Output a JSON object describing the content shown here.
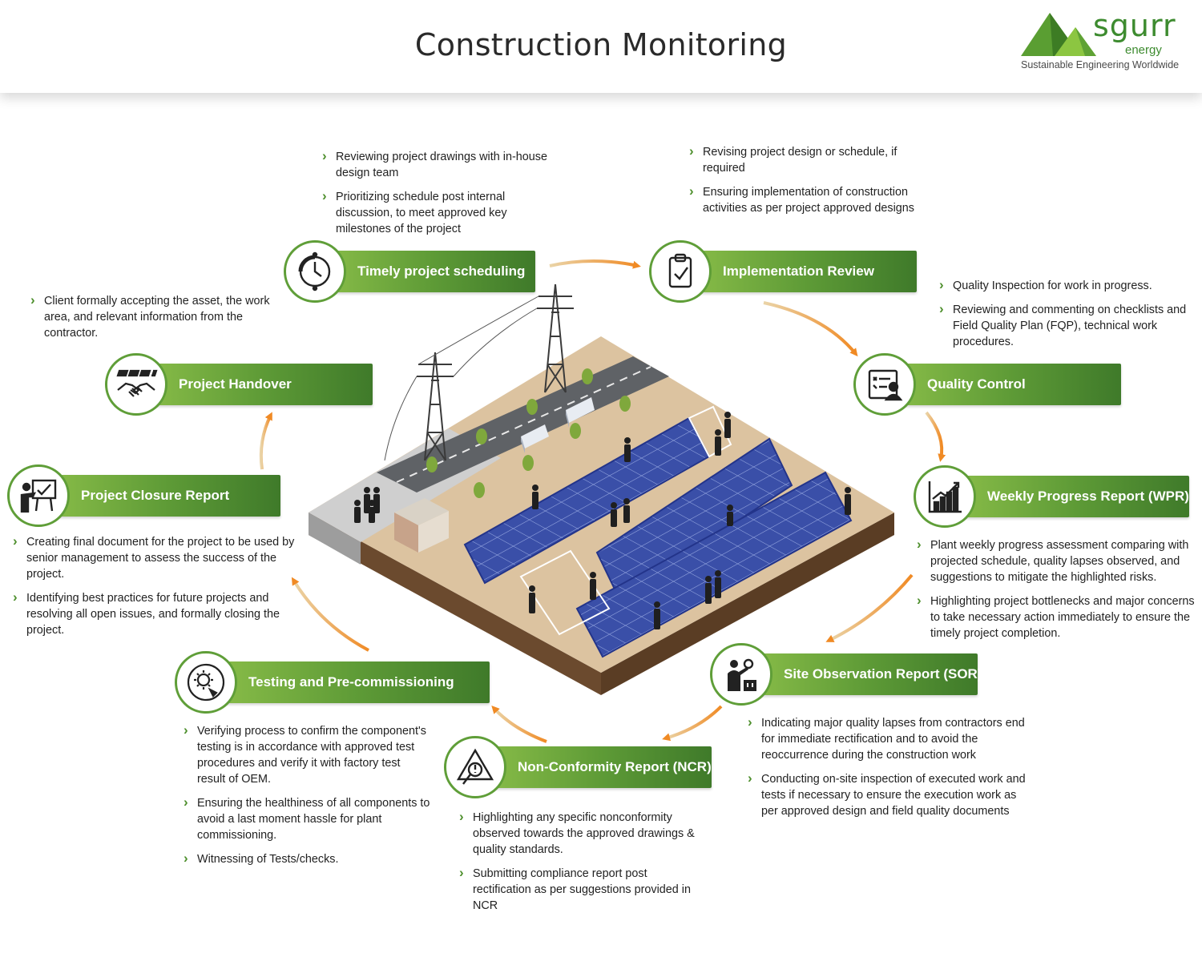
{
  "header": {
    "title": "Construction Monitoring",
    "logo": {
      "word": "sgurr",
      "sub": "energy",
      "tagline": "Sustainable Engineering Worldwide"
    }
  },
  "colors": {
    "green_light": "#8dc04a",
    "green_dark": "#3f7a2a",
    "arrow": "#f08a24",
    "arrow_light": "#e8d2a6",
    "panel_blue": "#3346a3"
  },
  "stages": [
    {
      "id": "timely-project-scheduling",
      "label": "Timely project scheduling",
      "icon": "clock-schedule-icon",
      "bullets": [
        "Reviewing project drawings with in-house design team",
        "Prioritizing schedule post internal discussion, to meet approved key milestones of the project"
      ]
    },
    {
      "id": "implementation-review",
      "label": "Implementation Review",
      "icon": "clipboard-check-icon",
      "bullets": [
        "Revising project design or schedule, if required",
        "Ensuring implementation of construction activities as per project approved designs"
      ]
    },
    {
      "id": "quality-control",
      "label": "Quality Control",
      "icon": "checklist-inspector-icon",
      "bullets": [
        "Quality Inspection for work in progress.",
        "Reviewing and commenting on checklists and Field Quality Plan (FQP), technical work procedures."
      ]
    },
    {
      "id": "weekly-progress-report",
      "label": "Weekly Progress Report (WPR)",
      "icon": "growth-chart-icon",
      "bullets": [
        "Plant weekly progress assessment comparing with projected schedule, quality lapses observed, and suggestions to mitigate the highlighted risks.",
        "Highlighting project bottlenecks and major concerns to take necessary action immediately to ensure the timely project completion."
      ]
    },
    {
      "id": "site-observation-report",
      "label": "Site Observation Report (SOR)",
      "icon": "worker-observation-icon",
      "bullets": [
        "Indicating major quality lapses from contractors end for immediate rectification and to avoid the reoccurrence during the construction work",
        "Conducting on-site inspection of executed work and tests if necessary to  ensure the execution work as per approved design and field quality documents"
      ]
    },
    {
      "id": "non-conformity-report",
      "label": "Non-Conformity Report (NCR)",
      "icon": "warning-magnifier-icon",
      "bullets": [
        "Highlighting any specific nonconformity observed towards the approved drawings & quality standards.",
        "Submitting compliance report post rectification as per suggestions provided in NCR"
      ]
    },
    {
      "id": "testing-pre-commissioning",
      "label": "Testing and Pre-commissioning",
      "icon": "sun-testing-icon",
      "bullets": [
        "Verifying process to confirm the component's testing is in accordance with approved test procedures and verify it with factory test result of OEM.",
        "Ensuring the healthiness of all components to avoid a last moment hassle for plant commissioning.",
        "Witnessing of Tests/checks."
      ]
    },
    {
      "id": "project-closure-report",
      "label": "Project Closure Report",
      "icon": "presentation-icon",
      "bullets": [
        "Creating final document for the project to be used by senior management to assess the success of the project.",
        "Identifying best practices for future projects and resolving all open issues, and formally closing the project."
      ]
    },
    {
      "id": "project-handover",
      "label": "Project Handover",
      "icon": "handshake-solar-icon",
      "bullets": [
        "Client formally accepting the asset, the work area, and relevant information from the contractor."
      ]
    }
  ]
}
